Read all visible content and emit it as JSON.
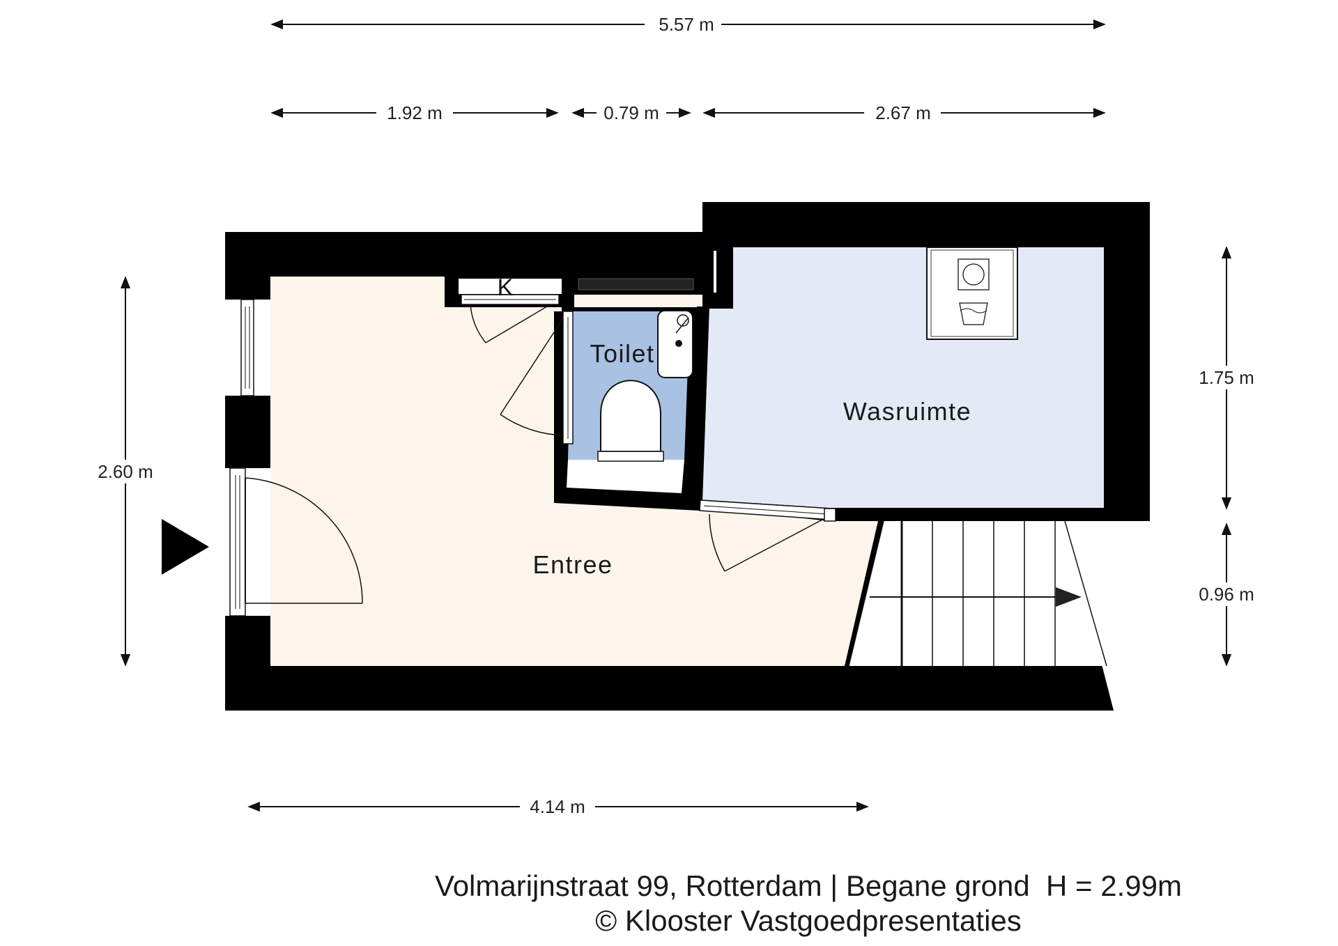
{
  "colors": {
    "wall": "#000000",
    "entree_floor": "#fdf5ec",
    "toilet_floor": "#a9c1e3",
    "wasruimte_floor": "#e3eaf5"
  },
  "rooms": {
    "toilet": "Toilet",
    "wasruimte": "Wasruimte",
    "entree": "Entree",
    "kast": "K"
  },
  "dimensions": {
    "total_width": "5.57 m",
    "seg_1": "1.92 m",
    "seg_2": "0.79 m",
    "seg_3": "2.67 m",
    "left_height": "2.60 m",
    "right_upper": "1.75 m",
    "right_lower": "0.96 m",
    "bottom_width": "4.14 m"
  },
  "icons": {
    "entrance": "entrance-arrow-icon",
    "washing_machine": "washing-machine-icon",
    "sink": "sink-icon",
    "toilet": "toilet-bowl-icon",
    "stairs": "stairs-icon"
  },
  "caption": {
    "line1": "Volmarijnstraat 99, Rotterdam | Begane grond  H = 2.99m",
    "line2": "© Klooster Vastgoedpresentaties"
  }
}
